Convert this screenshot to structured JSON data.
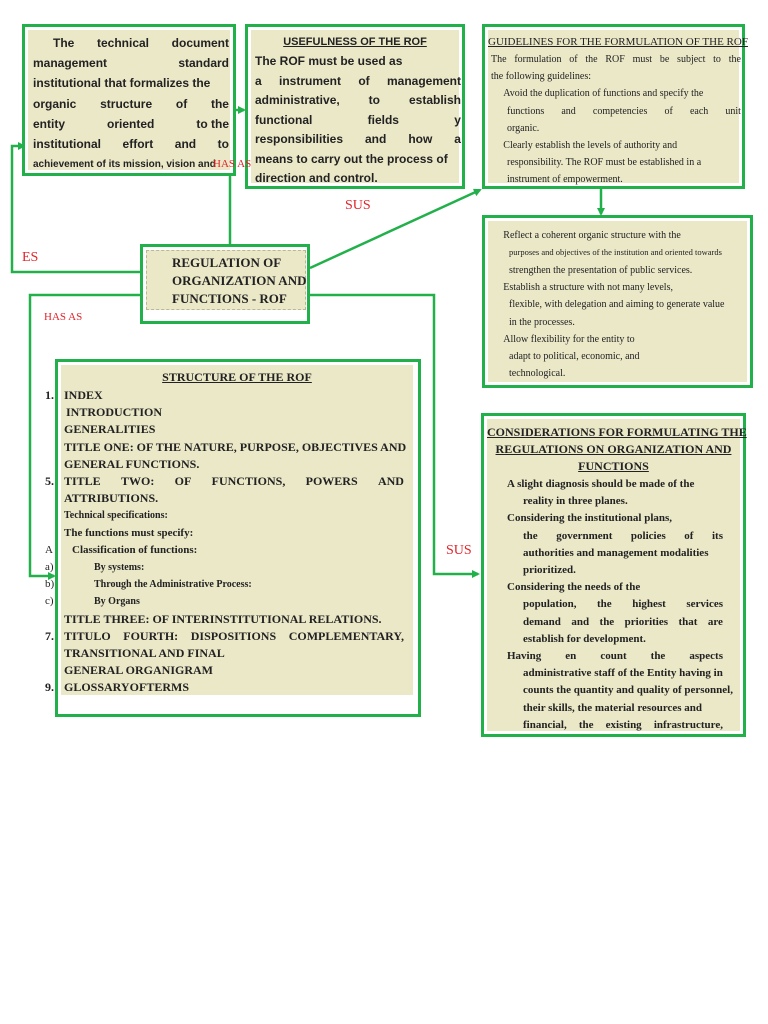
{
  "box_document": {
    "lines": [
      [
        "The",
        "technical",
        "document"
      ],
      [
        "management",
        "standard"
      ],
      [
        "institutional that formalizes the"
      ],
      [
        "organic",
        "structure",
        "of",
        "the"
      ],
      [
        "entity",
        "oriented",
        "to the"
      ],
      [
        "institutional",
        "effort",
        "and",
        "to"
      ],
      [
        "achievement of its mission, vision and"
      ]
    ]
  },
  "box_usefulness": {
    "title": "USEFULNESS OF THE ROF",
    "lines": [
      [
        "The ROF must be used as"
      ],
      [
        "a",
        "instrument",
        "of",
        "management"
      ],
      [
        "administrative,",
        "to",
        "establish"
      ],
      [
        "functional",
        "fields",
        "y"
      ],
      [
        "responsibilities",
        "and",
        "how",
        "a"
      ],
      [
        "means to carry out the process of"
      ],
      [
        "direction and control."
      ]
    ]
  },
  "box_guidelines": {
    "title": "GUIDELINES FOR THE FORMULATION OF THE ROF",
    "lines": [
      [
        "The",
        "formulation",
        "of",
        "the",
        "ROF",
        "must",
        "be",
        "subject",
        "to",
        "the"
      ],
      [
        "the following guidelines:"
      ],
      [
        " Avoid the duplication of functions and specify the"
      ],
      [
        "functions",
        "and",
        "competencies",
        "of",
        "each",
        "unit"
      ],
      [
        "organic."
      ],
      [
        " Clearly establish the levels of authority and"
      ],
      [
        "responsibility. The ROF must be established in a"
      ],
      [
        "instrument of empowerment."
      ]
    ]
  },
  "box_guidelines_cont": {
    "lines": [
      [
        " Reflect a coherent organic structure with the"
      ],
      [
        "purposes and objectives of the institution and oriented towards"
      ],
      [
        "strengthen the presentation of public services."
      ],
      [
        " Establish a structure with not many levels,"
      ],
      [
        "flexible, with delegation and aiming to generate value"
      ],
      [
        "in the processes."
      ],
      [
        " Allow flexibility for the entity to"
      ],
      [
        "adapt to political, economic, and"
      ],
      [
        "technological."
      ]
    ]
  },
  "box_rof": {
    "lines": [
      "REGULATION OF",
      "ORGANIZATION AND",
      "FUNCTIONS - ROF"
    ]
  },
  "box_structure": {
    "title": "STRUCTURE OF THE ROF",
    "items": [
      {
        "num": "1.",
        "text": [
          "INDEX"
        ]
      },
      {
        "num": "",
        "text": [
          "INTRODUCTION"
        ]
      },
      {
        "num": "",
        "text": [
          "GENERALITIES"
        ]
      },
      {
        "num": "",
        "text": [
          "TITLE ONE: OF THE NATURE, PURPOSE, OBJECTIVES AND"
        ]
      },
      {
        "num": "",
        "text": [
          "GENERAL FUNCTIONS."
        ]
      },
      {
        "num": "5.",
        "text": [
          "TITLE",
          "TWO:",
          "OF",
          "FUNCTIONS,",
          "POWERS",
          "AND"
        ]
      },
      {
        "num": "",
        "text": [
          "ATTRIBUTIONS."
        ]
      },
      {
        "num": "",
        "text": [
          "Technical specifications:"
        ]
      },
      {
        "num": "",
        "text": [
          "The functions must specify:"
        ]
      },
      {
        "num": "A",
        "text": [
          "Classification of functions:"
        ]
      },
      {
        "num": "a)",
        "text": [
          "By systems:"
        ]
      },
      {
        "num": "b)",
        "text": [
          "Through the Administrative Process:"
        ]
      },
      {
        "num": "c)",
        "text": [
          "By Organs"
        ]
      },
      {
        "num": "",
        "text": [
          "TITLE THREE: OF INTERINSTITUTIONAL RELATIONS."
        ]
      },
      {
        "num": "7.",
        "text": [
          "TITULO",
          "FOURTH:",
          "DISPOSITIONS",
          "COMPLEMENTARY,"
        ]
      },
      {
        "num": "",
        "text": [
          "TRANSITIONAL AND FINAL"
        ]
      },
      {
        "num": "",
        "text": [
          "GENERAL ORGANIGRAM"
        ]
      },
      {
        "num": "9.",
        "text": [
          "GLOSSARY",
          "OF",
          "TERMS"
        ]
      }
    ]
  },
  "box_considerations": {
    "title_lines": [
      "CONSIDERATIONS FOR FORMULATING THE",
      "REGULATIONS ON ORGANIZATION AND",
      "FUNCTIONS"
    ],
    "lines": [
      [
        "A slight diagnosis should be made of the"
      ],
      [
        "reality in three planes."
      ],
      [
        "Considering the institutional plans,"
      ],
      [
        "the",
        "government",
        "policies",
        "of",
        "its"
      ],
      [
        "authorities and management modalities"
      ],
      [
        "prioritized."
      ],
      [
        "Considering the needs of the"
      ],
      [
        "population,",
        "the",
        "highest",
        "services"
      ],
      [
        "demand",
        "and",
        "the",
        "priorities",
        "that",
        "are"
      ],
      [
        "establish for development."
      ],
      [
        "Having",
        "en",
        "count",
        "the",
        "aspects"
      ],
      [
        "administrative staff of the Entity having in"
      ],
      [
        "counts the quantity and quality of personnel,"
      ],
      [
        "their skills, the material resources and"
      ],
      [
        "financial,",
        "the",
        "existing",
        "infrastructure,"
      ]
    ]
  },
  "labels": {
    "es": "ES",
    "has_as_top": "HAS AS",
    "has_as_left": "HAS AS",
    "sus_top": "SUS",
    "sus_right": "SUS"
  },
  "colors": {
    "border": "#22b04b",
    "fill": "#ebe8c8",
    "label_red": "#e0242a"
  }
}
